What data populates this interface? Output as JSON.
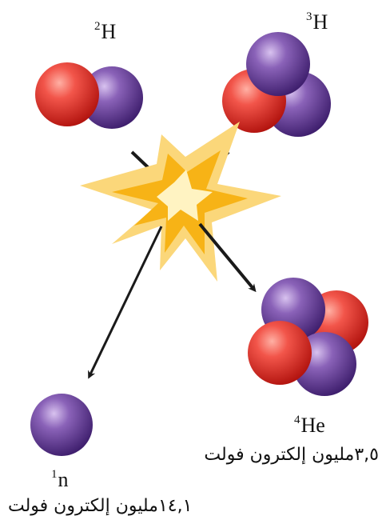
{
  "reactants": {
    "deuterium": {
      "mass_number": "2",
      "symbol": "H"
    },
    "tritium": {
      "mass_number": "3",
      "symbol": "H"
    }
  },
  "products": {
    "helium": {
      "mass_number": "4",
      "symbol": "He",
      "energy": "٣,٥مليون إلكترون فولت"
    },
    "neutron": {
      "mass_number": "1",
      "symbol": "n",
      "energy": "١٤,١مليون إلكترون فولت"
    }
  },
  "colors": {
    "proton": "#e8352c",
    "neutron": "#6a3f9a",
    "burst_outer": "#fbd77a",
    "burst_mid": "#f7b316",
    "burst_core": "#fff3c2",
    "arrow": "#1a1a1a"
  }
}
